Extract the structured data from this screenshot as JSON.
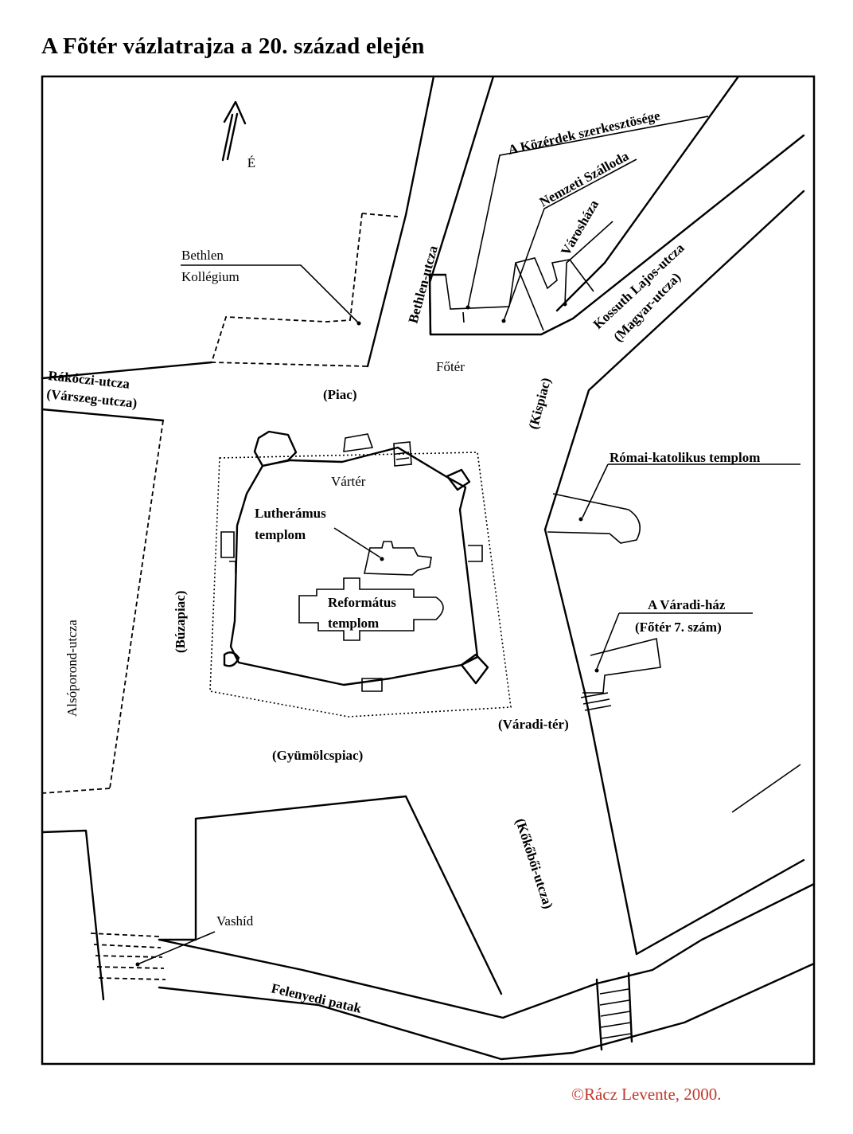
{
  "title": "A Fõtér vázlatrajza a 20. század elején",
  "compass": {
    "icon": "north-arrow-icon",
    "label": "É"
  },
  "labels": {
    "kozerdek": "A Közérdek szerkesztösége",
    "nemzeti": "Nemzeti Szálloda",
    "varoshaza": "Városháza",
    "kossuth": "Kossuth Lajos-utcza",
    "magyar": "(Magyar-utcza)",
    "bethlen_utcza": "Bethlen-utcza",
    "bethlen_1": "Bethlen",
    "bethlen_2": "Kollégium",
    "foter": "Főtér",
    "piac": "(Piac)",
    "kispiac": "(Kispiac)",
    "rakoczi_1": "Rákóczi-utcza",
    "rakoczi_2": "(Várszeg-utcza)",
    "varter": "Vártér",
    "lutheranus_1": "Lutherámus",
    "lutheranus_2": "templom",
    "reformatus_1": "Református",
    "reformatus_2": "templom",
    "romai": "Római-katolikus templom",
    "varadi_haz_1": "A Váradi-ház",
    "varadi_haz_2": "(Főtér 7. szám)",
    "buzapiac": "(Búzapiac)",
    "alsoporond": "Alsóporond-utcza",
    "varadi_ter": "(Váradi-tér)",
    "gyumolcspiac": "(Gyümölcspiac)",
    "kokoboi": "(Kőkőbői-utcza)",
    "vashid": "Vashíd",
    "patak": "Felenyedi patak"
  },
  "copyright": "©Rácz Levente, 2000."
}
